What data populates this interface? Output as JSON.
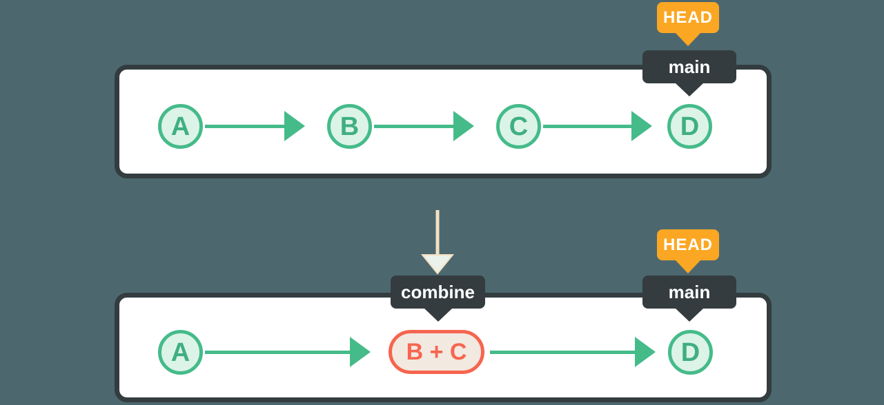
{
  "colors": {
    "background": "#4C686E",
    "panel_border": "#333C3F",
    "panel_fill": "#FFFFFF",
    "green": "#45BB8A",
    "green_light": "#DCF3E8",
    "green_text": "#3FAF81",
    "coral": "#F6654F",
    "coral_light": "#F2E9E1",
    "orange": "#FBA724",
    "badge_dark": "#343C3F",
    "badge_text": "#FFFFFF",
    "cream": "#F3E0C2",
    "cream_head_fill": "#EAF2EB"
  },
  "before": {
    "commits": [
      {
        "label": "A"
      },
      {
        "label": "B"
      },
      {
        "label": "C"
      },
      {
        "label": "D"
      }
    ],
    "head_label": "HEAD",
    "branch_label": "main"
  },
  "after": {
    "commits": [
      {
        "label": "A"
      },
      {
        "label": "B + C"
      },
      {
        "label": "D"
      }
    ],
    "action_label": "combine",
    "head_label": "HEAD",
    "branch_label": "main"
  }
}
